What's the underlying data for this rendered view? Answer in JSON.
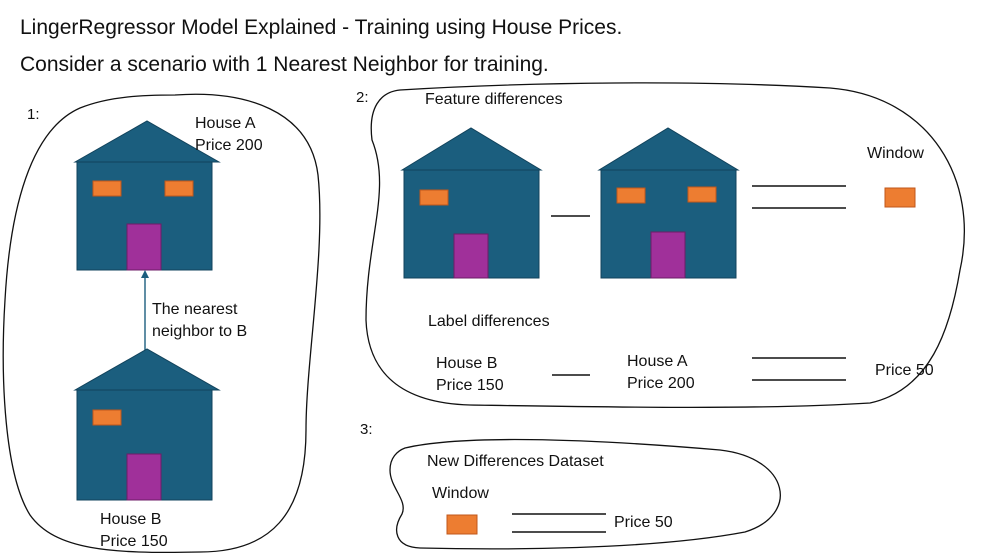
{
  "title_line1": "LingerRegressor Model Explained - Training using House Prices.",
  "title_line2": "Consider a scenario with 1 Nearest Neighbor for training.",
  "colors": {
    "house_body": "#1b5e7e",
    "house_outline": "#12435c",
    "window": "#ed7d31",
    "window_outline": "#c0571b",
    "door": "#a0309a",
    "door_outline": "#6c1d67",
    "line": "#111111",
    "arrow": "#1b5e7e"
  },
  "step1": {
    "number": "1:",
    "house_a_name": "House A",
    "house_a_price": "Price 200",
    "arrow_label_line1": "The nearest",
    "arrow_label_line2": "neighbor to B",
    "house_b_name": "House B",
    "house_b_price": "Price 150"
  },
  "step2": {
    "number": "2:",
    "feature_heading": "Feature differences",
    "window_label": "Window",
    "label_heading": "Label differences",
    "house_b_name": "House B",
    "house_b_price": "Price 150",
    "house_a_name": "House A",
    "house_a_price": "Price 200",
    "result": "Price 50"
  },
  "step3": {
    "number": "3:",
    "heading": "New Differences Dataset",
    "window_label": "Window",
    "result": "Price 50"
  }
}
